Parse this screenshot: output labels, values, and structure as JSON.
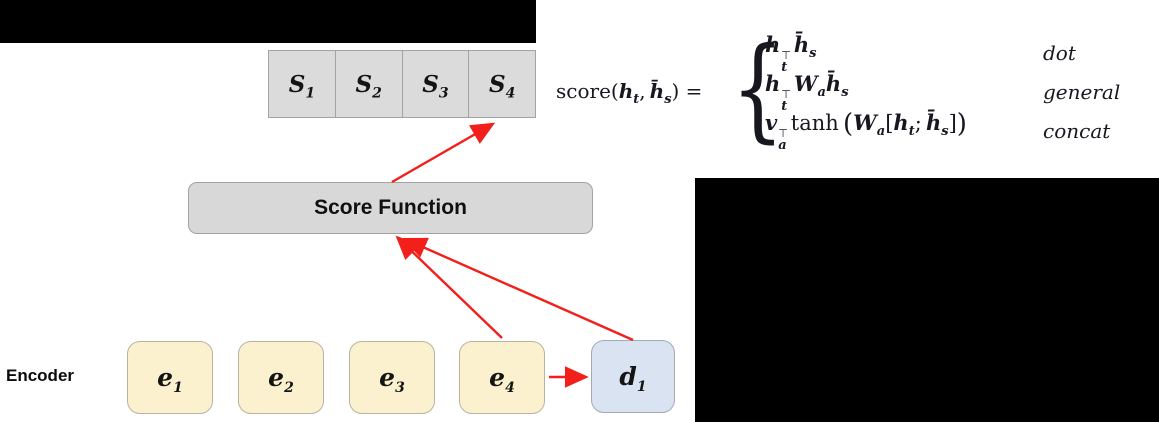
{
  "colors": {
    "arrow": "#f21f1b",
    "s-fill": "#dbdbdb",
    "s-border": "#a3a3a3",
    "score-fill": "#d8d8d8",
    "score-border": "#a3a3a3",
    "enc-fill": "#fbf1cf",
    "enc-border": "#b9b3a2",
    "dec-fill": "#dae3f1",
    "dec-border": "#a2aab8",
    "redact": "#000000"
  },
  "score_row": {
    "cells": [
      {
        "base": "S",
        "sub": "1"
      },
      {
        "base": "S",
        "sub": "2"
      },
      {
        "base": "S",
        "sub": "3"
      },
      {
        "base": "S",
        "sub": "4"
      }
    ]
  },
  "formula": {
    "lhs": {
      "fn": "score",
      "open": "(",
      "h": "h",
      "ht_sub": "t",
      "comma": ",",
      "hbar": "h̄",
      "hs_sub": "s",
      "close": ")",
      "eq": " ="
    },
    "brace": "{",
    "cases": [
      {
        "h": "h",
        "top": "⊤",
        "t": "t",
        "hbar": "h̄",
        "s": "s",
        "label": "dot"
      },
      {
        "h": "h",
        "top": "⊤",
        "t": "t",
        "W": "W",
        "a": "a",
        "hbar": "h̄",
        "s": "s",
        "label": "general"
      },
      {
        "v": "v",
        "top": "⊤",
        "a": "a",
        "tanh": "tanh",
        "open": "(",
        "W": "W",
        "Wa": "a",
        "lbracket": "[",
        "h": "h",
        "t": "t",
        "semi": ";",
        "hbar": "h̄",
        "s": "s",
        "rbracket": "]",
        "close": ")",
        "label": "concat"
      }
    ]
  },
  "score_function": {
    "label": "Score Function"
  },
  "encoder": {
    "label": "Encoder",
    "units": [
      {
        "base": "e",
        "sub": "1"
      },
      {
        "base": "e",
        "sub": "2"
      },
      {
        "base": "e",
        "sub": "3"
      },
      {
        "base": "e",
        "sub": "4"
      }
    ]
  },
  "decoder": {
    "units": [
      {
        "base": "d",
        "sub": "1"
      }
    ]
  }
}
